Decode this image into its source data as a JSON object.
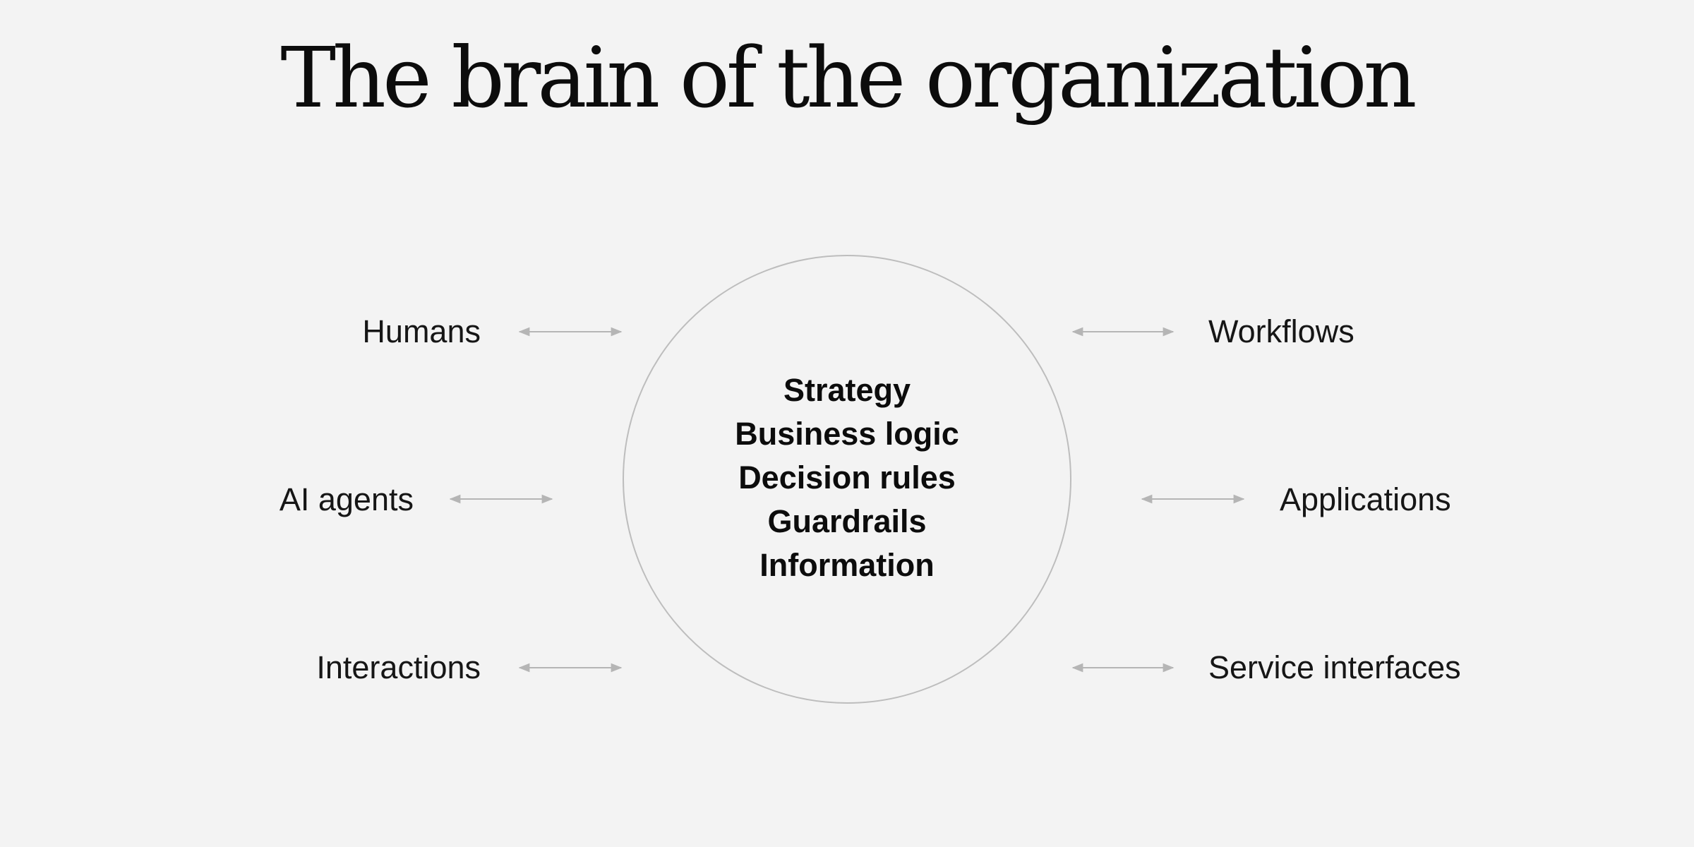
{
  "title": "The brain of the organization",
  "core": {
    "items": [
      "Strategy",
      "Business logic",
      "Decision rules",
      "Guardrails",
      "Information"
    ]
  },
  "left_nodes": [
    {
      "label": "Humans"
    },
    {
      "label": "AI agents"
    },
    {
      "label": "Interactions"
    }
  ],
  "right_nodes": [
    {
      "label": "Workflows"
    },
    {
      "label": "Applications"
    },
    {
      "label": "Service interfaces"
    }
  ],
  "colors": {
    "background": "#f3f3f3",
    "circle_stroke": "#bdbdbd",
    "arrow": "#b5b5b5",
    "text": "#111111"
  }
}
